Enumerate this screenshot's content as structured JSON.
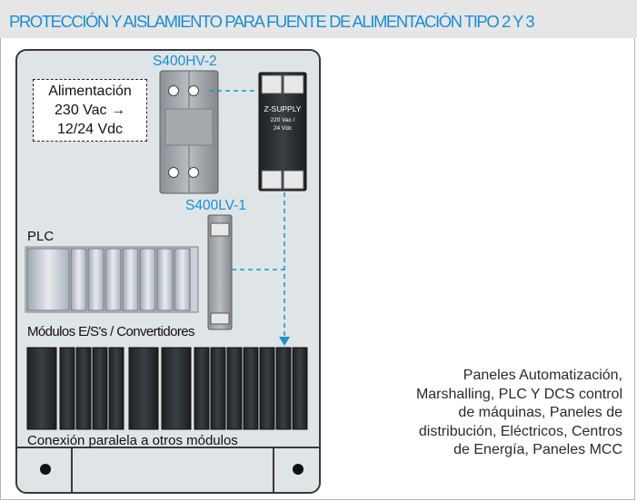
{
  "header": {
    "title": "PROTECCIÓN Y AISLAMIENTO PARA FUENTE DE ALIMENTACIÓN TIPO 2 Y 3"
  },
  "callout": {
    "line1": "Alimentación",
    "line2": "230 Vac →",
    "line3": "12/24 Vdc"
  },
  "devices": {
    "s400hv": "S400HV-2",
    "s400lv": "S400LV-1",
    "zsupply_name": "Z-SUPPLY",
    "zsupply_rating1": "220 Vac /",
    "zsupply_rating2": "24 Vdc"
  },
  "labels": {
    "plc": "PLC",
    "modules": "Módulos E/S's / Convertidores",
    "parallel": "Conexión paralela a otros módulos"
  },
  "description": {
    "line1": "Paneles Automatización,",
    "line2": "Marshalling, PLC Y DCS control",
    "line3": "de máquinas, Paneles de",
    "line4": "distribución, Eléctricos, Centros",
    "line5": "de Energía, Paneles MCC"
  },
  "colors": {
    "accent": "#1a8ed6",
    "panel": "#dfe4e7",
    "device_dark": "#2b2f33"
  }
}
